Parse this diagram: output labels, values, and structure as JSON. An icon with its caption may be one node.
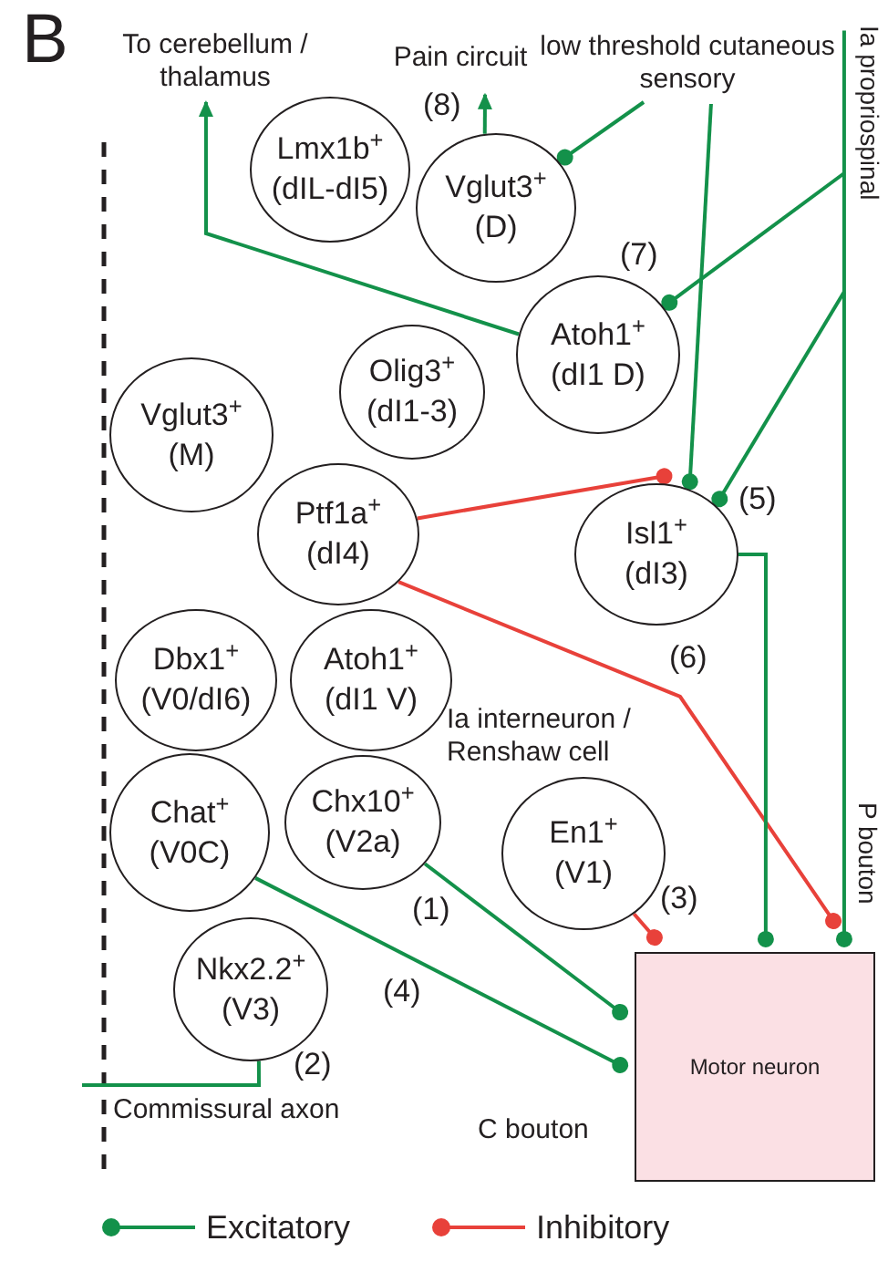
{
  "diagram": {
    "nodes": [
      {
        "text": [
          "Lmx1b$^{+}$",
          "(dIL-dI5)"
        ]
      },
      {
        "text": [
          "Vglut3$^{+}$",
          "(D)"
        ]
      },
      {
        "text": [
          "Atoh1$^{+}$",
          "(dI1 D)"
        ]
      },
      {
        "text": [
          "Olig3$^{+}$",
          "(dI1-3)"
        ]
      },
      {
        "text": [
          "Vglut3$^{+}$",
          "(M)"
        ]
      },
      {
        "text": [
          "Ptf1a$^{+}$",
          "(dI4)"
        ]
      },
      {
        "text": [
          "Isl1$^{+}$",
          "(dI3)"
        ]
      },
      {
        "text": [
          "Dbx1$^{+}$",
          "(V0/dI6)"
        ]
      },
      {
        "text": [
          "Atoh1$^{+}$",
          "(dI1 V)"
        ]
      },
      {
        "text": [
          "Chat$^{+}$",
          "(V0C)"
        ]
      },
      {
        "text": [
          "Chx10$^{+}$",
          "(V2a)"
        ]
      },
      {
        "text": [
          "En1$^{+}$",
          "(V1)"
        ]
      },
      {
        "text": [
          "Nkx2.2$^{+}$",
          "(V3)"
        ]
      },
      {
        "text": [
          "Motor neuron"
        ]
      },
      {
        "text": [
          "To cerebellum / thalamus"
        ]
      },
      {
        "text": [
          "Pain circuit"
        ]
      },
      {
        "text": [
          "low threshold cutaneous sensory"
        ]
      },
      {
        "text": [
          "Ia propriospinal"
        ]
      }
    ],
    "edges": [
      {
        "from": 2,
        "to": 14,
        "arrow": "to"
      },
      {
        "from": 1,
        "to": 15,
        "arrow": "to"
      },
      {
        "from": 16,
        "to": 1,
        "arrow": "other"
      },
      {
        "from": 16,
        "to": 6,
        "arrow": "other"
      },
      {
        "from": 17,
        "to": 2,
        "arrow": "other"
      },
      {
        "from": 17,
        "to": 6,
        "arrow": "other"
      },
      {
        "from": 17,
        "to": 13,
        "arrow": "other"
      },
      {
        "from": 5,
        "to": 6,
        "arrow": "other",
        "color": "#e8413a"
      },
      {
        "from": 5,
        "to": 13,
        "arrow": "other",
        "color": "#e8413a"
      },
      {
        "from": 6,
        "to": 13,
        "arrow": "other"
      },
      {
        "from": 11,
        "to": 13,
        "arrow": "other",
        "color": "#e8413a"
      },
      {
        "from": 10,
        "to": 13,
        "arrow": "other"
      },
      {
        "from": 9,
        "to": 13,
        "arrow": "other"
      },
      {
        "from": 12,
        "to": null,
        "arrow": "none"
      }
    ],
    "labels": [
      "B",
      "(8)",
      "(7)",
      "(5)",
      "Ia interneuron / Renshaw cell",
      "(6)",
      "P bouton",
      "(3)",
      "(1)",
      "(4)",
      "(2)",
      "Commissural axon",
      "C bouton"
    ],
    "legend": [
      {
        "text": "Excitatory",
        "color": "#13914a"
      },
      {
        "text": "Inhibitory",
        "color": "#e8413a"
      }
    ]
  }
}
